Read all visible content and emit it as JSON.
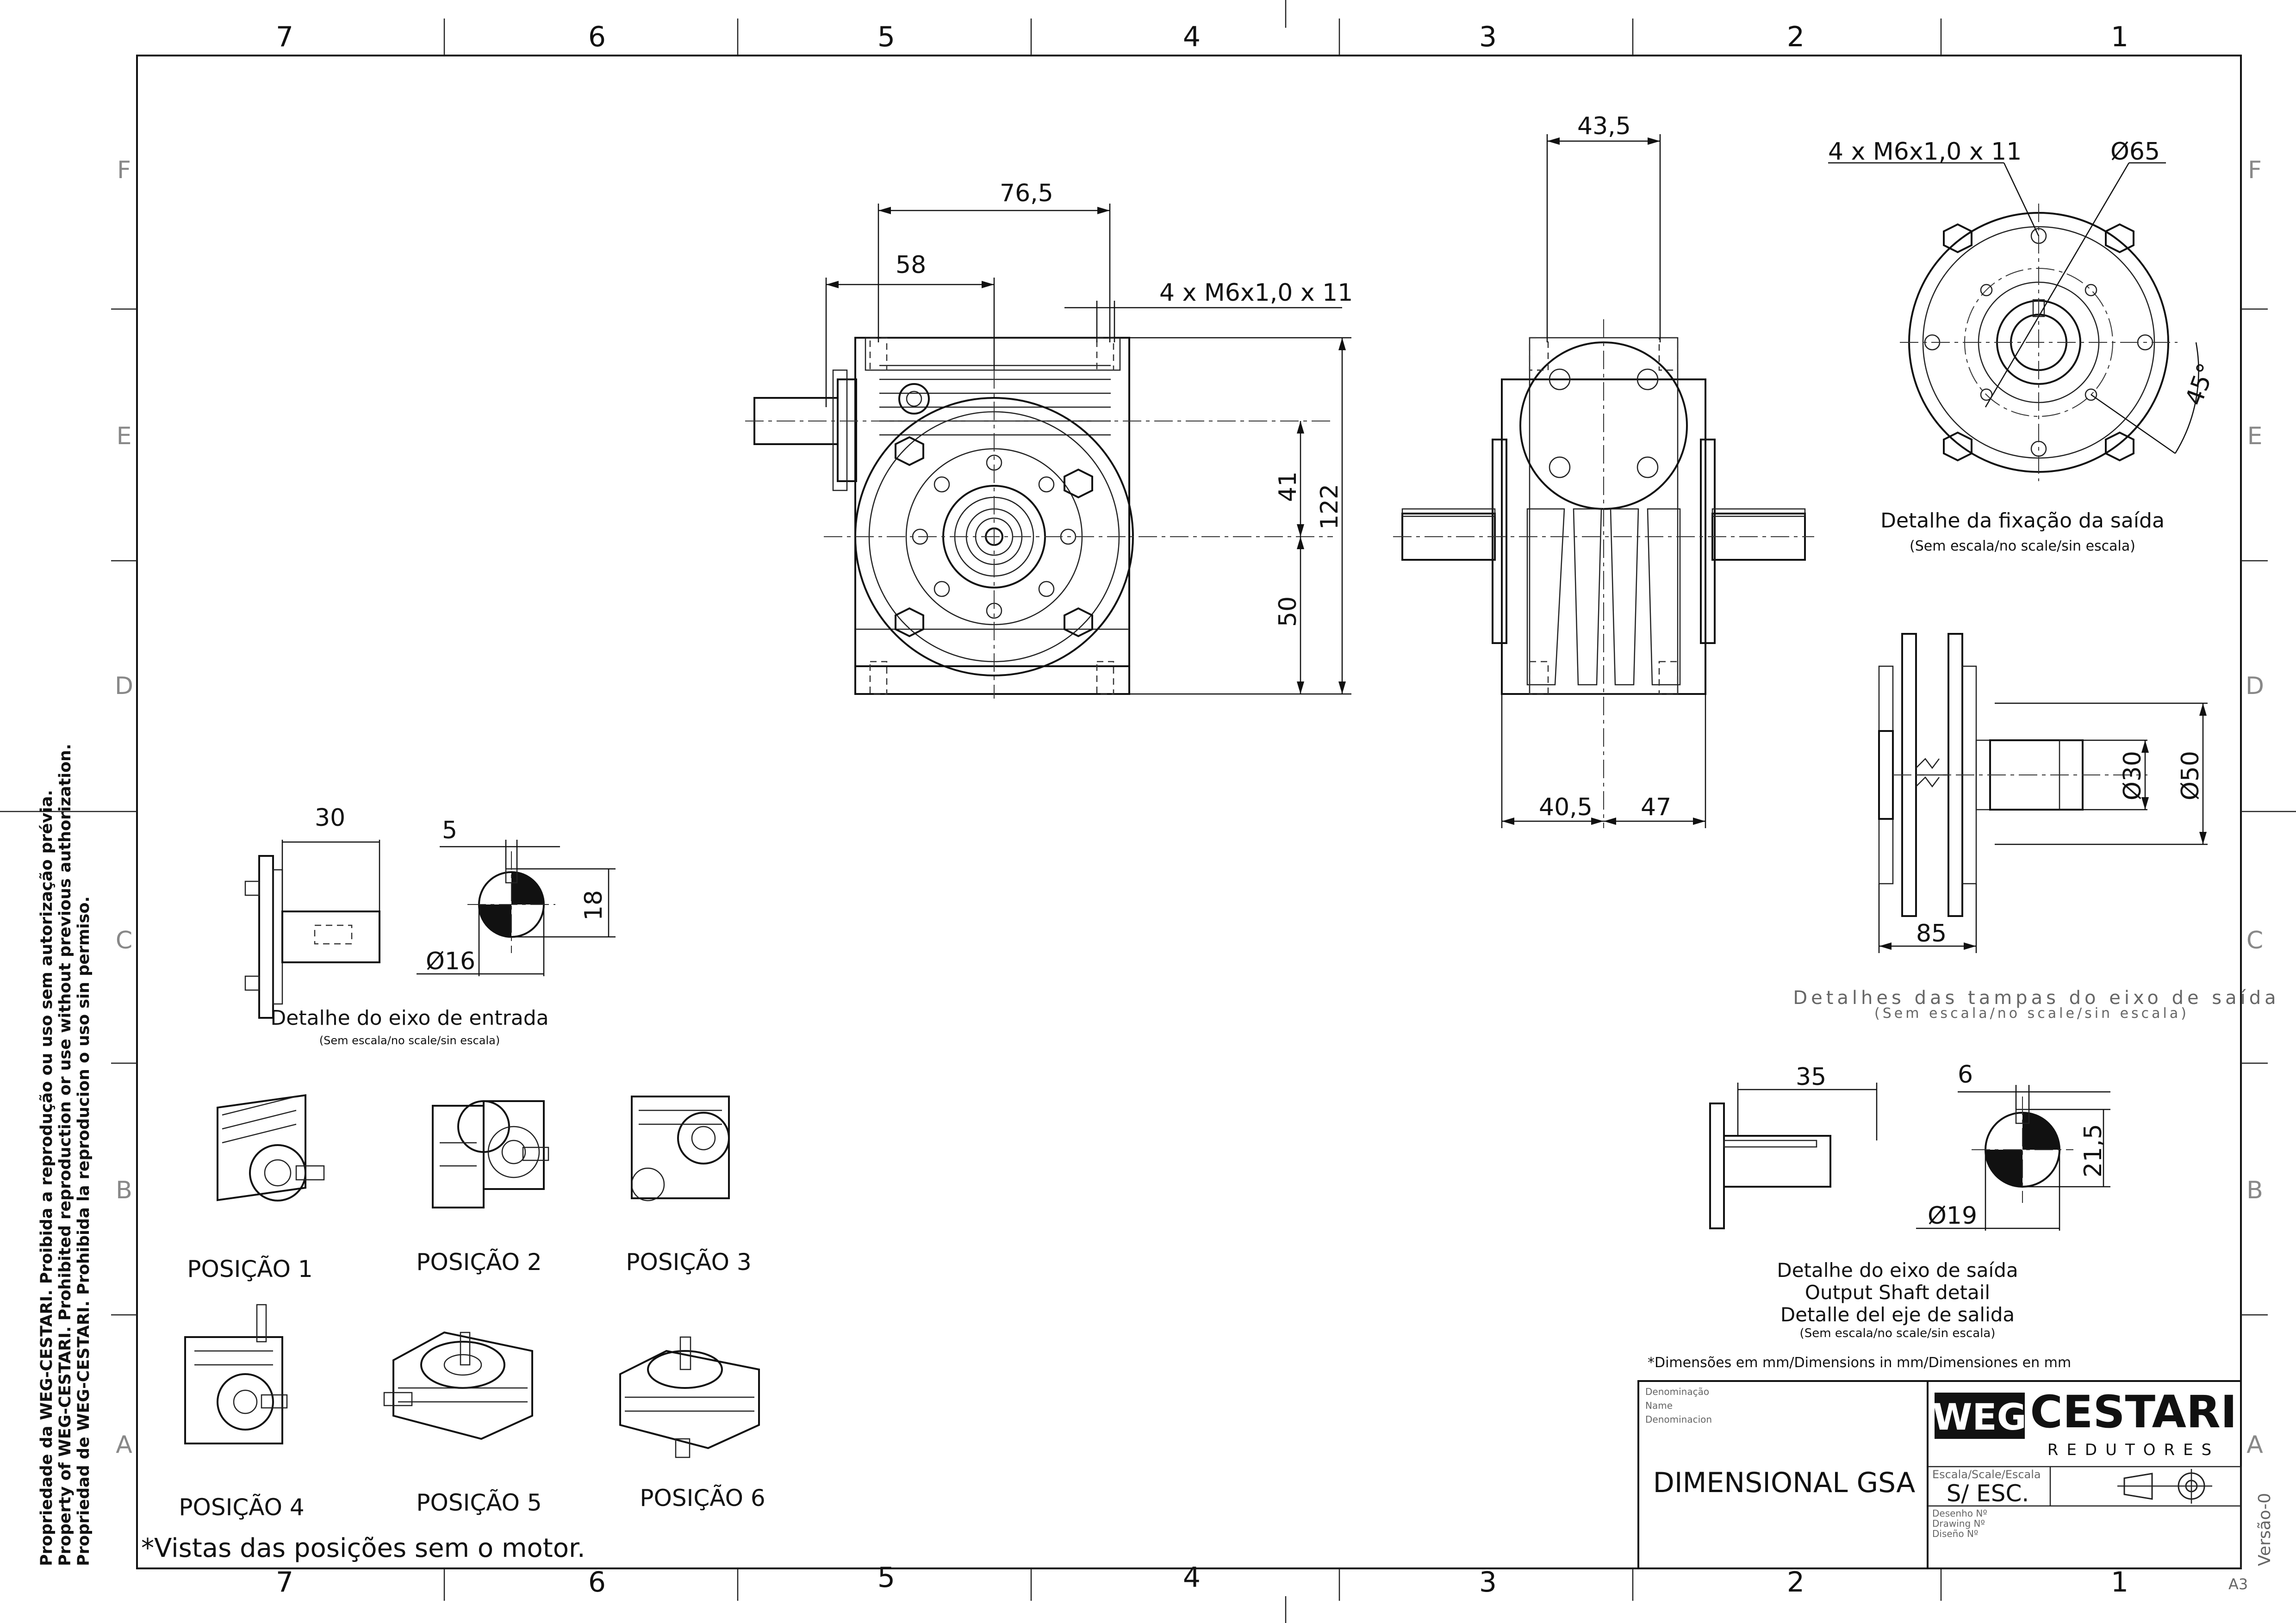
{
  "frame": {
    "columns": [
      "7",
      "6",
      "5",
      "4",
      "3",
      "2",
      "1"
    ],
    "rows": [
      "F",
      "E",
      "D",
      "C",
      "B",
      "A"
    ]
  },
  "side_notice": [
    "Propriedade da WEG-CESTARI. Proibida a reprodução ou uso sem autorização prévia.",
    "Property of WEG-CESTARI. Prohibited reproduction or use without previous authorization.",
    "Propriedad de WEG-CESTARI. Prohibida la reproducion o uso sin permiso."
  ],
  "front_view": {
    "dim_76_5": "76,5",
    "dim_58": "58",
    "dim_holes": "4 x M6x1,0 x 11",
    "dim_41": "41",
    "dim_122": "122",
    "dim_50": "50"
  },
  "side_view": {
    "dim_43_5": "43,5",
    "dim_40_5": "40,5",
    "dim_47": "47"
  },
  "output_fixing_detail": {
    "dim_holes": "4 x M6x1,0 x 11",
    "dim_diameter": "Ø65",
    "dim_angle": "45°",
    "title": "Detalhe da fixação da saída",
    "subtitle": "(Sem escala/no scale/sin escala)"
  },
  "covers_detail": {
    "dim_d30": "Ø30",
    "dim_d50": "Ø50",
    "dim_85": "85",
    "title": "Detalhes das tampas do eixo de saída",
    "subtitle": "(Sem escala/no scale/sin escala)"
  },
  "input_shaft_detail": {
    "dim_30": "30",
    "dim_5": "5",
    "dim_18": "18",
    "dim_d16": "Ø16",
    "title": "Detalhe do eixo de entrada",
    "subtitle": "(Sem escala/no scale/sin escala)"
  },
  "output_shaft_detail": {
    "dim_35": "35",
    "dim_6": "6",
    "dim_21_5": "21,5",
    "dim_d19": "Ø19",
    "title_pt": "Detalhe do eixo de saída",
    "title_en": "Output Shaft detail",
    "title_es": "Detalle del eje de salida",
    "subtitle": "(Sem escala/no scale/sin escala)"
  },
  "positions": [
    "POSIÇÃO 1",
    "POSIÇÃO 2",
    "POSIÇÃO 3",
    "POSIÇÃO 4",
    "POSIÇÃO 5",
    "POSIÇÃO 6"
  ],
  "positions_note": "*Vistas das posições sem o motor.",
  "dimensions_note": "*Dimensões em mm/Dimensions in mm/Dimensiones en mm",
  "title_block": {
    "denomination_labels": [
      "Denominação",
      "Name",
      "Denominacion"
    ],
    "denomination": "DIMENSIONAL GSA",
    "logo_weg": "WEG",
    "logo_cestari": "CESTARI",
    "logo_redutores": "REDUTORES",
    "scale_label": "Escala/Scale/Escala",
    "scale_value": "S/  ESC.",
    "drawing_labels": [
      "Desenho Nº",
      "Drawing Nº",
      "Diseño Nº"
    ],
    "version": "Versão-0",
    "sheet_size": "A3"
  }
}
